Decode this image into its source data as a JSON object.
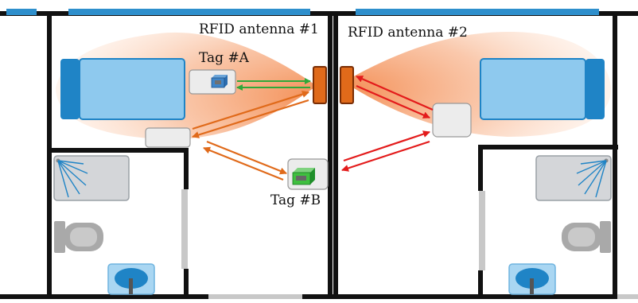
{
  "labels": {
    "antenna1": "RFID antenna #1",
    "antenna2": "RFID antenna #2",
    "tagA": "Tag #A",
    "tagB": "Tag #B"
  },
  "colors": {
    "wall": "#111111",
    "window": "#2e8fcc",
    "door": "#c8c8c8",
    "bed_mattress": "#8ec9ee",
    "bed_frame": "#1f84c6",
    "antenna": "#e06a1a",
    "arrow_green": "#2fa83a",
    "arrow_orange": "#e06a1a",
    "arrow_red": "#e31b1b",
    "beam": "#f59d6a",
    "shower": "#d4d6d9",
    "toilet": "#a9a9a9",
    "sink": "#a9d6f2",
    "tag_box": "#ececec"
  }
}
